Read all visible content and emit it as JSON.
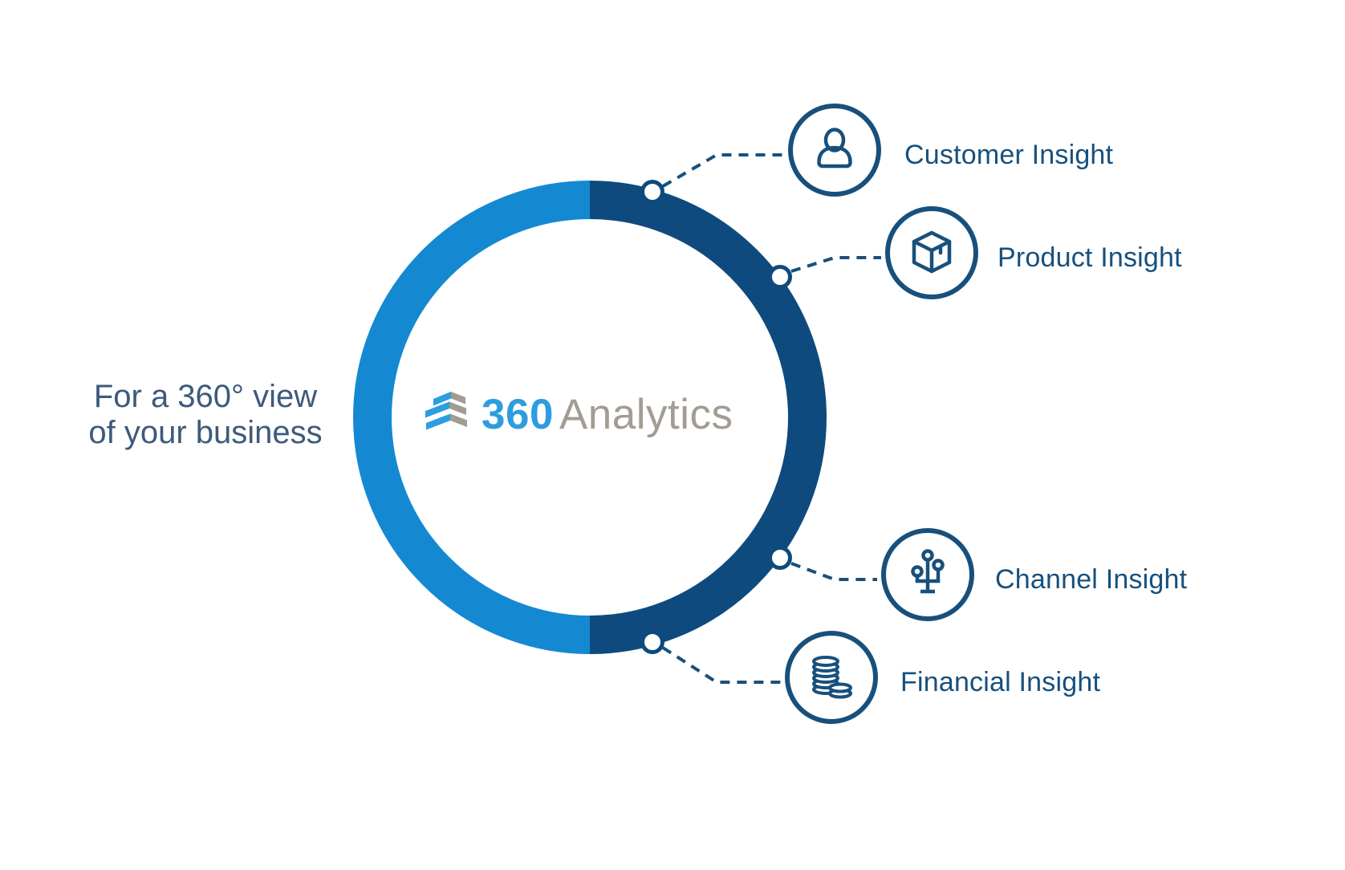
{
  "brand": {
    "number": "360",
    "name": "Analytics",
    "logo_icon": "stacked-layers-icon"
  },
  "tagline": {
    "line1": "For a 360° view",
    "line2": "of your business"
  },
  "insights": [
    {
      "label": "Customer Insight",
      "icon": "person-icon"
    },
    {
      "label": "Product Insight",
      "icon": "box-icon"
    },
    {
      "label": "Channel Insight",
      "icon": "channel-branch-icon"
    },
    {
      "label": "Financial Insight",
      "icon": "coins-icon"
    }
  ],
  "ring": {
    "left_half": "light-blue",
    "right_half": "dark-navy",
    "segments": 2
  },
  "colors": {
    "azure": "#1489d2",
    "navy_ring": "#0e4a7e",
    "navy": "#17507d",
    "logo_blue": "#2d9ddf",
    "logo_gray": "#a29c93",
    "tagline_color": "#3d5a7b",
    "bg": "#ffffff"
  }
}
